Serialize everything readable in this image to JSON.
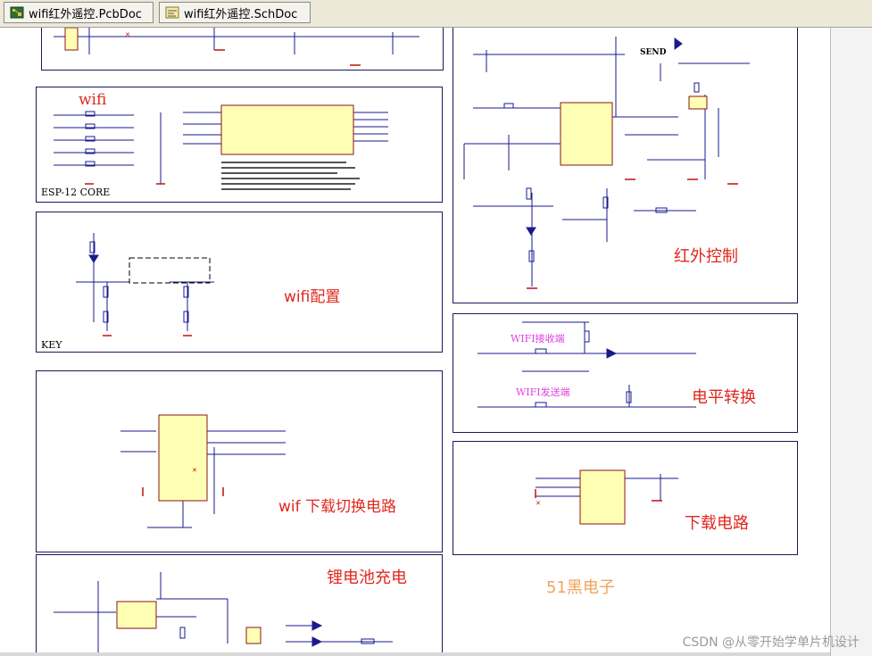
{
  "tabs": [
    {
      "label": "wifi红外遥控.PcbDoc",
      "icon": "pcb-document-icon"
    },
    {
      "label": "wifi红外遥控.SchDoc",
      "icon": "schematic-document-icon"
    }
  ],
  "sheets": {
    "wifi": {
      "title": "wifi",
      "core_label": "ESP-12 CORE"
    },
    "key": {
      "title": "wifi配置",
      "key_label": "KEY"
    },
    "ir": {
      "title": "红外控制",
      "send_label": "SEND"
    },
    "level": {
      "title": "电平转换",
      "rx_note": "WIFI接收端",
      "tx_note": "WIFI发送端"
    },
    "switch": {
      "title": "wif 下载切换电路"
    },
    "download": {
      "title": "下载电路"
    },
    "battery": {
      "title": "锂电池充电"
    },
    "brand": {
      "title": "51黑电子"
    }
  },
  "watermark": "CSDN @从零开始学单片机设计",
  "colors": {
    "wire": "#1a1a8c",
    "component_fill": "#ffffb4",
    "label_red": "#e0281e",
    "power_red": "#c01010",
    "border": "#1a1a5a"
  }
}
